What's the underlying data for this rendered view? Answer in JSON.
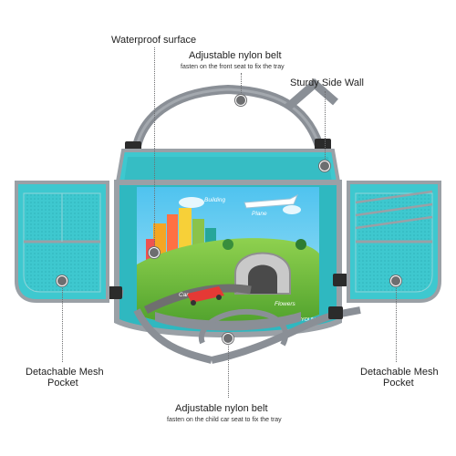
{
  "callouts": {
    "waterproof": {
      "title": "Waterproof surface"
    },
    "front_belt": {
      "title": "Adjustable nylon belt",
      "subtitle": "fasten on the front seat to fix the tray"
    },
    "side_wall": {
      "title": "Sturdy Side Wall"
    },
    "left_pocket": {
      "title": "Detachable Mesh\nPocket",
      "line1": "Detachable Mesh",
      "line2": "Pocket"
    },
    "right_pocket": {
      "line1": "Detachable Mesh",
      "line2": "Pocket"
    },
    "child_belt": {
      "title": "Adjustable nylon belt",
      "subtitle": "fasten on the child car seat to fix the tray"
    }
  },
  "tray_print": {
    "building": "Building",
    "plane": "Plane",
    "car": "Car",
    "flowers": "Flowers",
    "brand": "YOUN"
  },
  "colors": {
    "teal": "#3ec8cf",
    "teal_dark": "#22a6b0",
    "gray_strap": "#8a8f96",
    "gray_trim": "#9aa0a6",
    "sky": "#56c9ee",
    "grass": "#7ec242",
    "accent_red": "#e53935"
  }
}
